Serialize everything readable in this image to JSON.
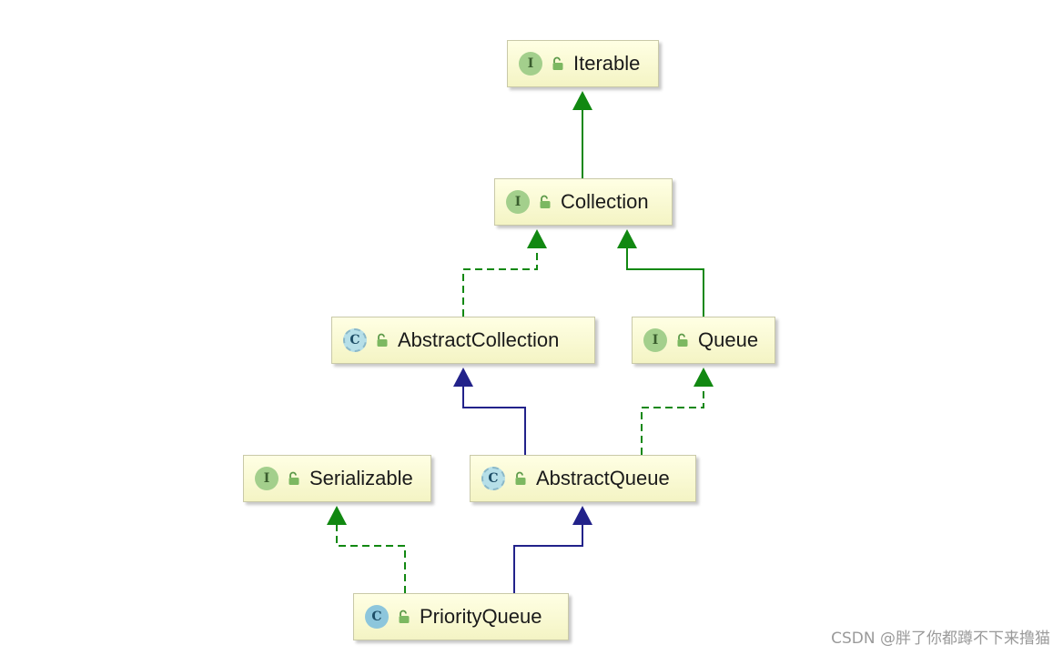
{
  "nodes": {
    "iterable": {
      "label": "Iterable",
      "kind_letter": "I",
      "kind": "interface"
    },
    "collection": {
      "label": "Collection",
      "kind_letter": "I",
      "kind": "interface"
    },
    "abstract_collection": {
      "label": "AbstractCollection",
      "kind_letter": "C",
      "kind": "abstract-class"
    },
    "queue": {
      "label": "Queue",
      "kind_letter": "I",
      "kind": "interface"
    },
    "serializable": {
      "label": "Serializable",
      "kind_letter": "I",
      "kind": "interface"
    },
    "abstract_queue": {
      "label": "AbstractQueue",
      "kind_letter": "C",
      "kind": "abstract-class"
    },
    "priority_queue": {
      "label": "PriorityQueue",
      "kind_letter": "C",
      "kind": "class"
    }
  },
  "edges": [
    {
      "from": "collection",
      "to": "iterable",
      "relation": "extends-interface",
      "style": "solid",
      "color": "#118811"
    },
    {
      "from": "abstract_collection",
      "to": "collection",
      "relation": "implements",
      "style": "dashed",
      "color": "#118811"
    },
    {
      "from": "queue",
      "to": "collection",
      "relation": "extends-interface",
      "style": "solid",
      "color": "#118811"
    },
    {
      "from": "abstract_queue",
      "to": "abstract_collection",
      "relation": "extends",
      "style": "solid",
      "color": "#22228a"
    },
    {
      "from": "abstract_queue",
      "to": "queue",
      "relation": "implements",
      "style": "dashed",
      "color": "#118811"
    },
    {
      "from": "priority_queue",
      "to": "serializable",
      "relation": "implements",
      "style": "dashed",
      "color": "#118811"
    },
    {
      "from": "priority_queue",
      "to": "abstract_queue",
      "relation": "extends",
      "style": "solid",
      "color": "#22228a"
    }
  ],
  "icons": {
    "interface": "interface-icon",
    "abstract_class": "abstract-class-icon",
    "class": "class-icon",
    "visibility": "public-lock-icon"
  },
  "colors": {
    "node_fill": "#f8f8d2",
    "implements_edge": "#118811",
    "extends_edge": "#22228a"
  },
  "watermark": "CSDN @胖了你都蹲不下来撸猫"
}
